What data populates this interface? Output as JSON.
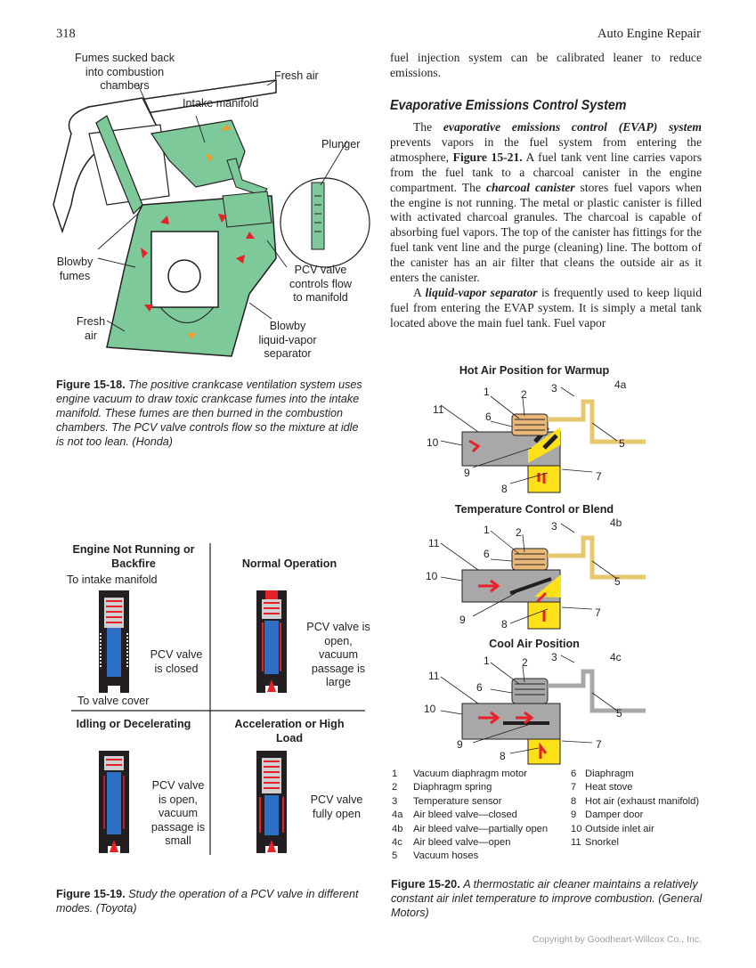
{
  "header": {
    "page_number": "318",
    "book_title": "Auto Engine Repair"
  },
  "fig18": {
    "labels": {
      "fumes": "Fumes sucked back into combustion chambers",
      "fresh_air": "Fresh air",
      "intake": "Intake manifold",
      "plunger": "Plunger",
      "blowby_fumes": "Blowby fumes",
      "pcv": "PCV valve controls flow to manifold",
      "fresh_air2": "Fresh air",
      "separator": "Blowby liquid-vapor separator"
    },
    "caption_label": "Figure 15-18.",
    "caption_text": "The positive crankcase ventilation system uses engine vacuum to draw toxic crankcase fumes into the intake manifold. These fumes are then burned in the combustion chambers. The PCV valve controls flow so the mixture at idle is not too lean. (Honda)"
  },
  "fig19": {
    "titles": {
      "q1": "Engine Not Running or Backfire",
      "q2": "Normal Operation",
      "q3": "Idling or Decelerating",
      "q4": "Acceleration or High Load"
    },
    "labels": {
      "to_intake": "To intake manifold",
      "to_cover": "To valve cover",
      "closed": "PCV valve is closed",
      "large": "PCV valve is open, vacuum passage is large",
      "small": "PCV valve is open, vacuum passage is small",
      "fully": "PCV valve fully open"
    },
    "caption_label": "Figure 15-19.",
    "caption_text": "Study the operation of a PCV valve in different modes. (Toyota)"
  },
  "body": {
    "para1": "fuel injection system can be calibrated leaner to reduce emissions.",
    "heading": "Evaporative Emissions Control System",
    "para2_a": "The ",
    "para2_term": "evaporative emissions control (EVAP) system",
    "para2_b": " prevents vapors in the fuel system from entering the atmosphere, ",
    "para2_fig": "Figure 15-21.",
    "para2_c": " A fuel tank vent line carries vapors from the fuel tank to a charcoal canister in the engine compartment. The ",
    "para2_term2": "charcoal canister",
    "para2_d": " stores fuel vapors when the engine is not running. The metal or plastic canister is filled with activated charcoal granules. The charcoal is capable of absorbing fuel vapors. The top of the canister has fittings for the fuel tank vent line and the purge (cleaning) line. The bottom of the canister has an air filter that cleans the outside air as it enters the canister.",
    "para3_a": "A ",
    "para3_term": "liquid-vapor separator",
    "para3_b": " is frequently used to keep liquid fuel from entering the EVAP system. It is simply a metal tank located above the main fuel tank. Fuel vapor"
  },
  "fig20": {
    "panels": [
      {
        "title": "Hot Air Position for Warmup",
        "valve": "4a"
      },
      {
        "title": "Temperature Control or Blend",
        "valve": "4b"
      },
      {
        "title": "Cool Air Position",
        "valve": "4c"
      }
    ],
    "legend_left": [
      {
        "k": "1",
        "v": "Vacuum diaphragm motor"
      },
      {
        "k": "2",
        "v": "Diaphragm spring"
      },
      {
        "k": "3",
        "v": "Temperature sensor"
      },
      {
        "k": "4a",
        "v": "Air bleed valve—closed"
      },
      {
        "k": "4b",
        "v": "Air bleed valve—partially open"
      },
      {
        "k": "4c",
        "v": "Air bleed valve—open"
      },
      {
        "k": "5",
        "v": "Vacuum hoses"
      }
    ],
    "legend_right": [
      {
        "k": "6",
        "v": "Diaphragm"
      },
      {
        "k": "7",
        "v": "Heat stove"
      },
      {
        "k": "8",
        "v": "Hot air (exhaust manifold)"
      },
      {
        "k": "9",
        "v": "Damper door"
      },
      {
        "k": "10",
        "v": "Outside inlet air"
      },
      {
        "k": "11",
        "v": "Snorkel"
      }
    ],
    "caption_label": "Figure 15-20.",
    "caption_text": "A thermostatic air cleaner maintains a relatively constant air inlet temperature to improve combustion. (General Motors)"
  },
  "footer": {
    "copyright": "Copyright by Goodheart-Willcox Co., Inc."
  },
  "colors": {
    "engine_green": "#7dc99a",
    "hot_yellow": "#ffe11a",
    "arrow_red": "#e8202a",
    "pcv_blue": "#2d6fc4",
    "duct_gray": "#a8a8a8"
  }
}
